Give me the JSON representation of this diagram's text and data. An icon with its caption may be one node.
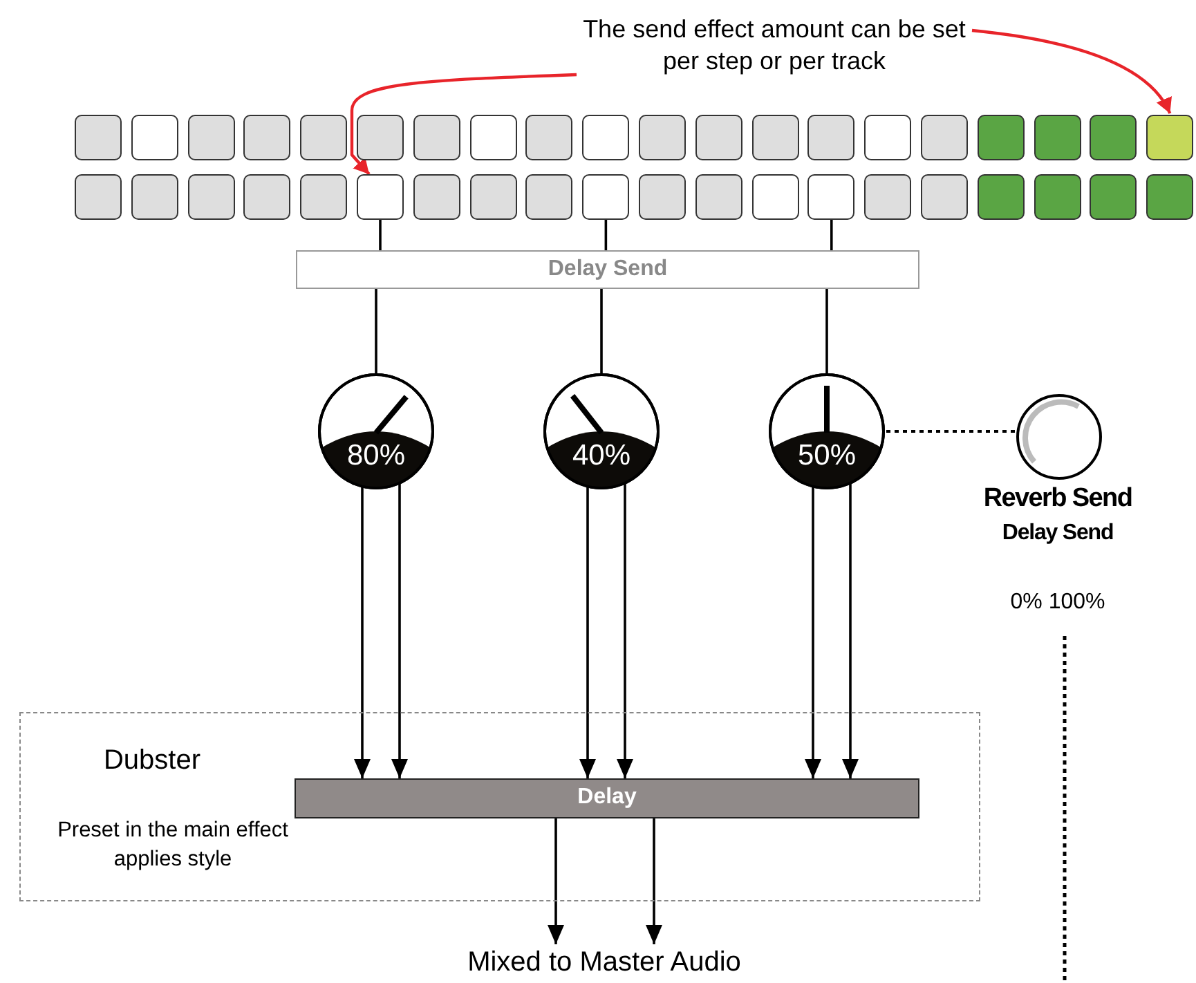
{
  "diagram": {
    "nodes": [
      {
        "text": [
          "The send effect amount can be set per step or per track"
        ]
      },
      {
        "text": [],
        "shape": "box"
      },
      {
        "text": [],
        "shape": "box"
      },
      {
        "text": [],
        "shape": "box"
      },
      {
        "text": [],
        "shape": "box"
      },
      {
        "text": [],
        "shape": "box"
      },
      {
        "text": [],
        "shape": "box"
      },
      {
        "text": [],
        "shape": "box"
      },
      {
        "text": [],
        "shape": "box"
      },
      {
        "text": [],
        "shape": "box"
      },
      {
        "text": [],
        "shape": "box"
      },
      {
        "text": [],
        "shape": "box"
      },
      {
        "text": [],
        "shape": "box"
      },
      {
        "text": [],
        "shape": "box"
      },
      {
        "text": [],
        "shape": "box"
      },
      {
        "text": [],
        "shape": "box"
      },
      {
        "text": [],
        "shape": "box"
      },
      {
        "text": [],
        "shape": "box"
      },
      {
        "text": [],
        "shape": "box"
      },
      {
        "text": [],
        "shape": "box"
      },
      {
        "text": [],
        "shape": "box"
      },
      {
        "text": [],
        "shape": "box"
      },
      {
        "text": [],
        "shape": "box"
      },
      {
        "text": [],
        "shape": "box"
      },
      {
        "text": [],
        "shape": "box"
      },
      {
        "text": [],
        "shape": "box"
      },
      {
        "text": [],
        "shape": "box"
      },
      {
        "text": [],
        "shape": "box"
      },
      {
        "text": [],
        "shape": "box"
      },
      {
        "text": [],
        "shape": "box"
      },
      {
        "text": [],
        "shape": "box"
      },
      {
        "text": [],
        "shape": "box"
      },
      {
        "text": [],
        "shape": "box"
      },
      {
        "text": [],
        "shape": "box"
      },
      {
        "text": [],
        "shape": "box"
      },
      {
        "text": [],
        "shape": "box"
      },
      {
        "text": [],
        "shape": "box"
      },
      {
        "text": [],
        "shape": "box"
      },
      {
        "text": [],
        "shape": "box"
      },
      {
        "text": [],
        "shape": "box"
      },
      {
        "text": [],
        "shape": "box"
      },
      {
        "text": [
          "Delay Send"
        ]
      },
      {
        "text": [
          "80%"
        ]
      },
      {
        "text": [
          "40%"
        ]
      },
      {
        "text": [
          "50%"
        ]
      },
      {
        "text": [],
        "shape": "circle",
        "beside": [
          "Reverb Send",
          "Delay Send",
          "0% 100%"
        ]
      },
      {
        "text": [
          "Dubster",
          "Preset in the main effect applies style"
        ]
      },
      {
        "text": [
          "Delay"
        ],
        "in": 46
      },
      {
        "text": [
          "Mixed to Master Audio"
        ]
      }
    ],
    "edges": [
      {
        "from": 0,
        "to": 26,
        "arrow": "to",
        "color": "#e8242a"
      },
      {
        "from": 0,
        "to": 20,
        "arrow": "to",
        "color": "#e8242a"
      },
      {
        "from": 26,
        "to": 41,
        "arrow": "none"
      },
      {
        "from": 30,
        "to": 41,
        "arrow": "none"
      },
      {
        "from": 34,
        "to": 41,
        "arrow": "none"
      },
      {
        "from": 41,
        "to": 42,
        "arrow": "none"
      },
      {
        "from": 41,
        "to": 43,
        "arrow": "none"
      },
      {
        "from": 41,
        "to": 44,
        "arrow": "none"
      },
      {
        "from": 42,
        "to": 47,
        "arrow": "to"
      },
      {
        "from": 42,
        "to": 47,
        "arrow": "to"
      },
      {
        "from": 43,
        "to": 47,
        "arrow": "to"
      },
      {
        "from": 43,
        "to": 47,
        "arrow": "to"
      },
      {
        "from": 44,
        "to": 47,
        "arrow": "to"
      },
      {
        "from": 44,
        "to": 47,
        "arrow": "to"
      },
      {
        "from": 44,
        "to": 45,
        "arrow": "none",
        "style": "dashed"
      },
      {
        "from": 47,
        "to": 48,
        "arrow": "to"
      },
      {
        "from": 47,
        "to": 48,
        "arrow": "to"
      }
    ]
  }
}
